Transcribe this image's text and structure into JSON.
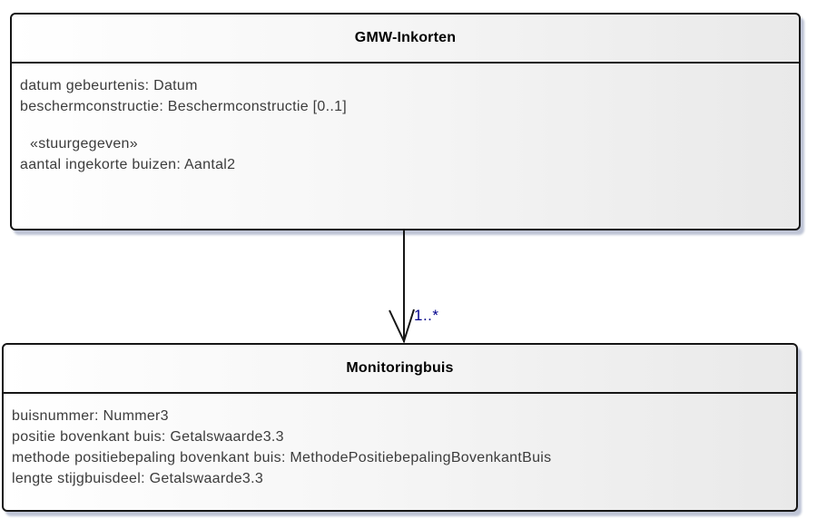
{
  "diagram": {
    "type": "uml-class-diagram",
    "classes": [
      {
        "name": "GMW-Inkorten",
        "attributes": [
          "datum gebeurtenis: Datum",
          "beschermconstructie: Beschermconstructie [0..1]"
        ],
        "stereotype_group": {
          "stereotype": "«stuurgegeven»",
          "attributes": [
            "aantal ingekorte buizen: Aantal2"
          ]
        }
      },
      {
        "name": "Monitoringbuis",
        "attributes": [
          "buisnummer: Nummer3",
          "positie bovenkant buis: Getalswaarde3.3",
          "methode positiebepaling bovenkant buis: MethodePositiebepalingBovenkantBuis",
          "lengte stijgbuisdeel: Getalswaarde3.3"
        ]
      }
    ],
    "connector": {
      "type": "directed-association",
      "from": "GMW-Inkorten",
      "to": "Monitoringbuis",
      "target_multiplicity": "1..*"
    },
    "colors": {
      "box_gradient_start": "#ffffff",
      "box_gradient_end": "#e9e9e9",
      "border": "#161616",
      "shadow": "#c9cdda",
      "title_text": "#000000",
      "attribute_text": "#3c3c3c",
      "multiplicity_text": "#00008b"
    }
  }
}
